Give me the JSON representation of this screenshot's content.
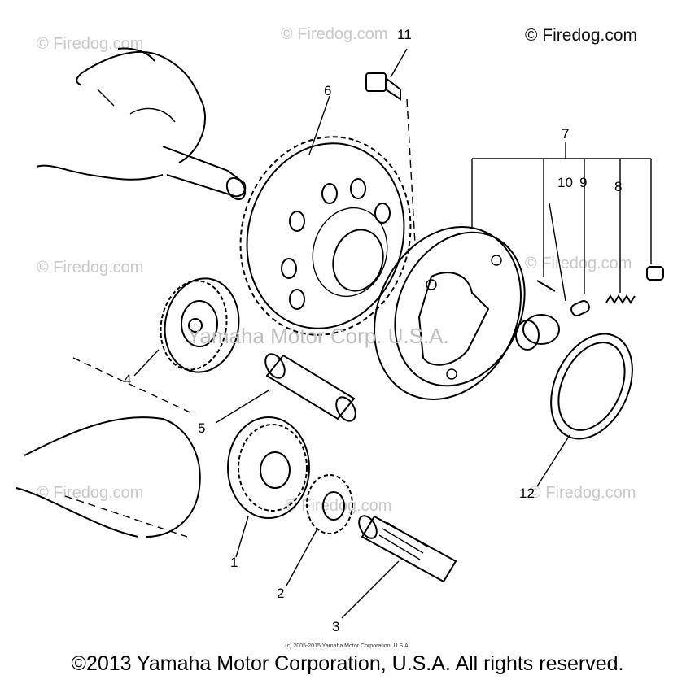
{
  "watermarks": {
    "top_right": "© Firedog.com",
    "faint": "© Firedog.com",
    "center": "Yamaha Motor Corp. U.S.A."
  },
  "callouts": {
    "c1": "1",
    "c2": "2",
    "c3": "3",
    "c4": "4",
    "c5": "5",
    "c6": "6",
    "c7": "7",
    "c8": "8",
    "c9": "9",
    "c10": "10",
    "c11": "11",
    "c12": "12"
  },
  "small_copyright": "(c) 2005-2015 Yamaha Motor Corporation, U.S.A.",
  "footer_copyright": "©2013 Yamaha Motor Corporation, U.S.A. All rights reserved."
}
